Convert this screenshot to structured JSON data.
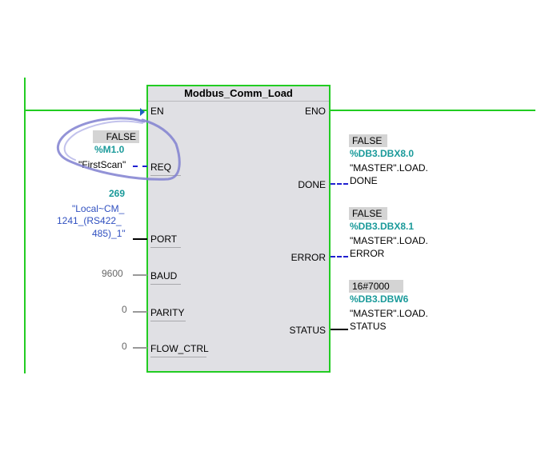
{
  "block": {
    "title": "Modbus_Comm_Load",
    "inputs": {
      "en": "EN",
      "req": "REQ",
      "port": "PORT",
      "baud": "BAUD",
      "parity": "PARITY",
      "flow_ctrl": "FLOW_CTRL"
    },
    "outputs": {
      "eno": "ENO",
      "done": "DONE",
      "error": "ERROR",
      "status": "STATUS"
    }
  },
  "req_param": {
    "value": "FALSE",
    "address": "%M1.0",
    "symbol": "\"FirstScan\""
  },
  "port_param": {
    "value": "269",
    "symbol_line1": "\"Local~CM_",
    "symbol_line2": "1241_(RS422_",
    "symbol_line3": "485)_1\""
  },
  "baud_param": {
    "value": "9600"
  },
  "parity_param": {
    "value": "0"
  },
  "flow_ctrl_param": {
    "value": "0"
  },
  "done_param": {
    "value": "FALSE",
    "address": "%DB3.DBX8.0",
    "symbol_line1": "\"MASTER\".LOAD.",
    "symbol_line2": "DONE"
  },
  "error_param": {
    "value": "FALSE",
    "address": "%DB3.DBX8.1",
    "symbol_line1": "\"MASTER\".LOAD.",
    "symbol_line2": "ERROR"
  },
  "status_param": {
    "value": "16#7000",
    "address": "%DB3.DBW6",
    "symbol_line1": "\"MASTER\".LOAD.",
    "symbol_line2": "STATUS"
  },
  "colors": {
    "rail": "#22cc22",
    "block_bg": "#e0e0e4",
    "address": "#1a9a9a",
    "symbol_blue": "#3050c0",
    "annotation_circle": "#8080d0"
  },
  "annotation": {
    "icon": "hand-drawn-circle-highlight"
  }
}
